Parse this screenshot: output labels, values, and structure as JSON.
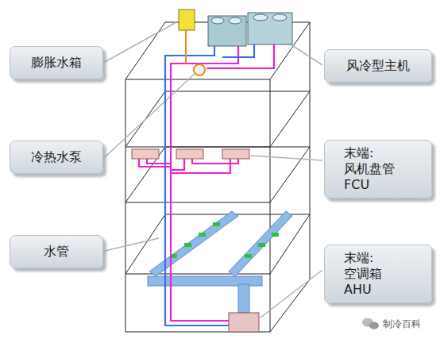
{
  "diagram": {
    "nodes": [
      {
        "text": [
          "膨胀水箱"
        ]
      },
      {
        "text": [
          "风冷型主机"
        ]
      },
      {
        "text": [
          "冷热水泵"
        ]
      },
      {
        "text": [
          "末端: 风机盘管 FCU"
        ]
      },
      {
        "text": [
          "水管"
        ]
      },
      {
        "text": [
          "末端: 空调箱 AHU"
        ]
      }
    ],
    "labels": [
      "制冷百科"
    ]
  }
}
